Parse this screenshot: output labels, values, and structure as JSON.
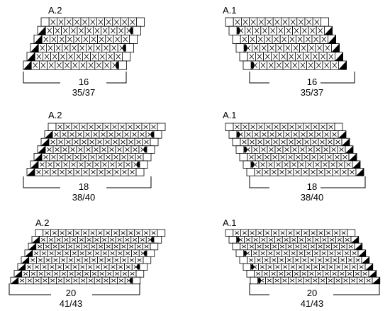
{
  "diagrams": [
    {
      "label": "A.2",
      "stitch_count": "16",
      "size_counts": "35/37"
    },
    {
      "label": "A.1",
      "stitch_count": "16",
      "size_counts": "35/37"
    },
    {
      "label": "A.2",
      "stitch_count": "18",
      "size_counts": "38/40"
    },
    {
      "label": "A.1",
      "stitch_count": "18",
      "size_counts": "38/40"
    },
    {
      "label": "A.2",
      "stitch_count": "20",
      "size_counts": "41/43"
    },
    {
      "label": "A.1",
      "stitch_count": "20",
      "size_counts": "41/43"
    }
  ],
  "symbols": {
    "knit_cross": "cross-icon",
    "decrease": "black-triangle-icon",
    "yarn_over": "black-oval-icon"
  }
}
